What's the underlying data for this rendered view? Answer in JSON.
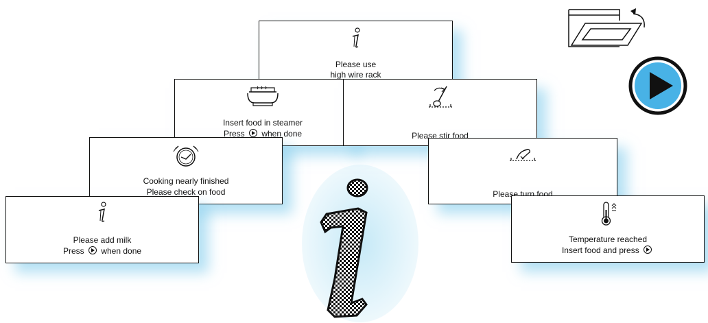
{
  "panels": {
    "wire_rack": {
      "line1": "Please use",
      "line2": "high wire rack",
      "icon": "info-icon"
    },
    "steamer": {
      "line1": "Insert food in steamer",
      "line2a": "Press",
      "line2b": "when done",
      "icon": "steamer-icon"
    },
    "stir": {
      "line1": "Please stir food",
      "icon": "stir-spoon-icon"
    },
    "timer": {
      "line1": "Cooking nearly finished",
      "line2": "Please check on food",
      "icon": "alarm-clock-icon"
    },
    "turn": {
      "line1": "Please turn food",
      "icon": "turn-food-icon"
    },
    "milk": {
      "line1": "Please add milk",
      "line2a": "Press",
      "line2b": "when done",
      "icon": "info-icon"
    },
    "temperature": {
      "line1": "Temperature reached",
      "line2a": "Insert food and press",
      "icon": "thermometer-icon"
    }
  },
  "icons": {
    "top_right_open_door": "oven-door-open-icon",
    "play_button": "play-button-icon",
    "center_info": "large-info-icon"
  },
  "colors": {
    "shadow": "#9fd8ef",
    "ink": "#111111"
  }
}
